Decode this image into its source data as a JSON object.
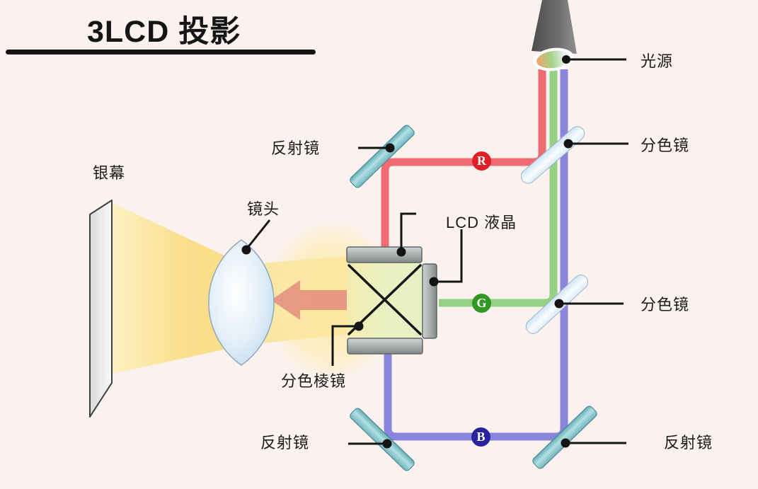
{
  "title": "3LCD 投影",
  "labels": {
    "screen": "银幕",
    "lens": "镜头",
    "light_source": "光源",
    "dichroic_top": "分色镜",
    "dichroic_mid": "分色镜",
    "mirror_top_left": "反射镜",
    "mirror_bottom_left": "反射镜",
    "mirror_bottom_right": "反射镜",
    "lcd": "LCD 液晶",
    "prism": "分色棱镜"
  },
  "beams": {
    "red": {
      "letter": "R",
      "badge_color": "#dd2027",
      "beam_color": "#ee6b71"
    },
    "green": {
      "letter": "G",
      "badge_color": "#339723",
      "beam_color": "#94d183"
    },
    "blue": {
      "letter": "B",
      "badge_color": "#2a21a0",
      "beam_color": "#8a85dc"
    }
  }
}
